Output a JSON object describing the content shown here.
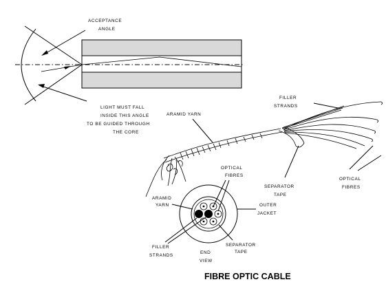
{
  "title": "FIBRE OPTIC CABLE",
  "labels": {
    "acceptance_1": "ACCEPTANCE",
    "acceptance_2": "ANGLE",
    "light_1": "LIGHT MUST FALL",
    "light_2": "INSIDE THIS ANGLE",
    "light_3": "TO BE GUIDED THROUGH",
    "light_4": "THE CORE",
    "aramid_yarn_top": "ARAMID YARN",
    "filler_1": "FILLER",
    "filler_2": "STRANDS",
    "separator_1": "SEPARATOR",
    "separator_2": "TAPE",
    "optical_right_1": "OPTICAL",
    "optical_right_2": "FIBRES",
    "optical_end_1": "OPTICAL",
    "optical_end_2": "FIBRES",
    "aramid_end_1": "ARAMID",
    "aramid_end_2": "YARN",
    "outer_1": "OUTER",
    "outer_2": "JACKET",
    "filler_end_1": "FILLER",
    "filler_end_2": "STRANDS",
    "end_view_1": "END",
    "end_view_2": "VIEW",
    "sep_end_1": "SEPARATOR",
    "sep_end_2": "TAPE"
  },
  "colors": {
    "cladding": "#d9d9d9",
    "ink": "#000000",
    "background": "#ffffff"
  }
}
